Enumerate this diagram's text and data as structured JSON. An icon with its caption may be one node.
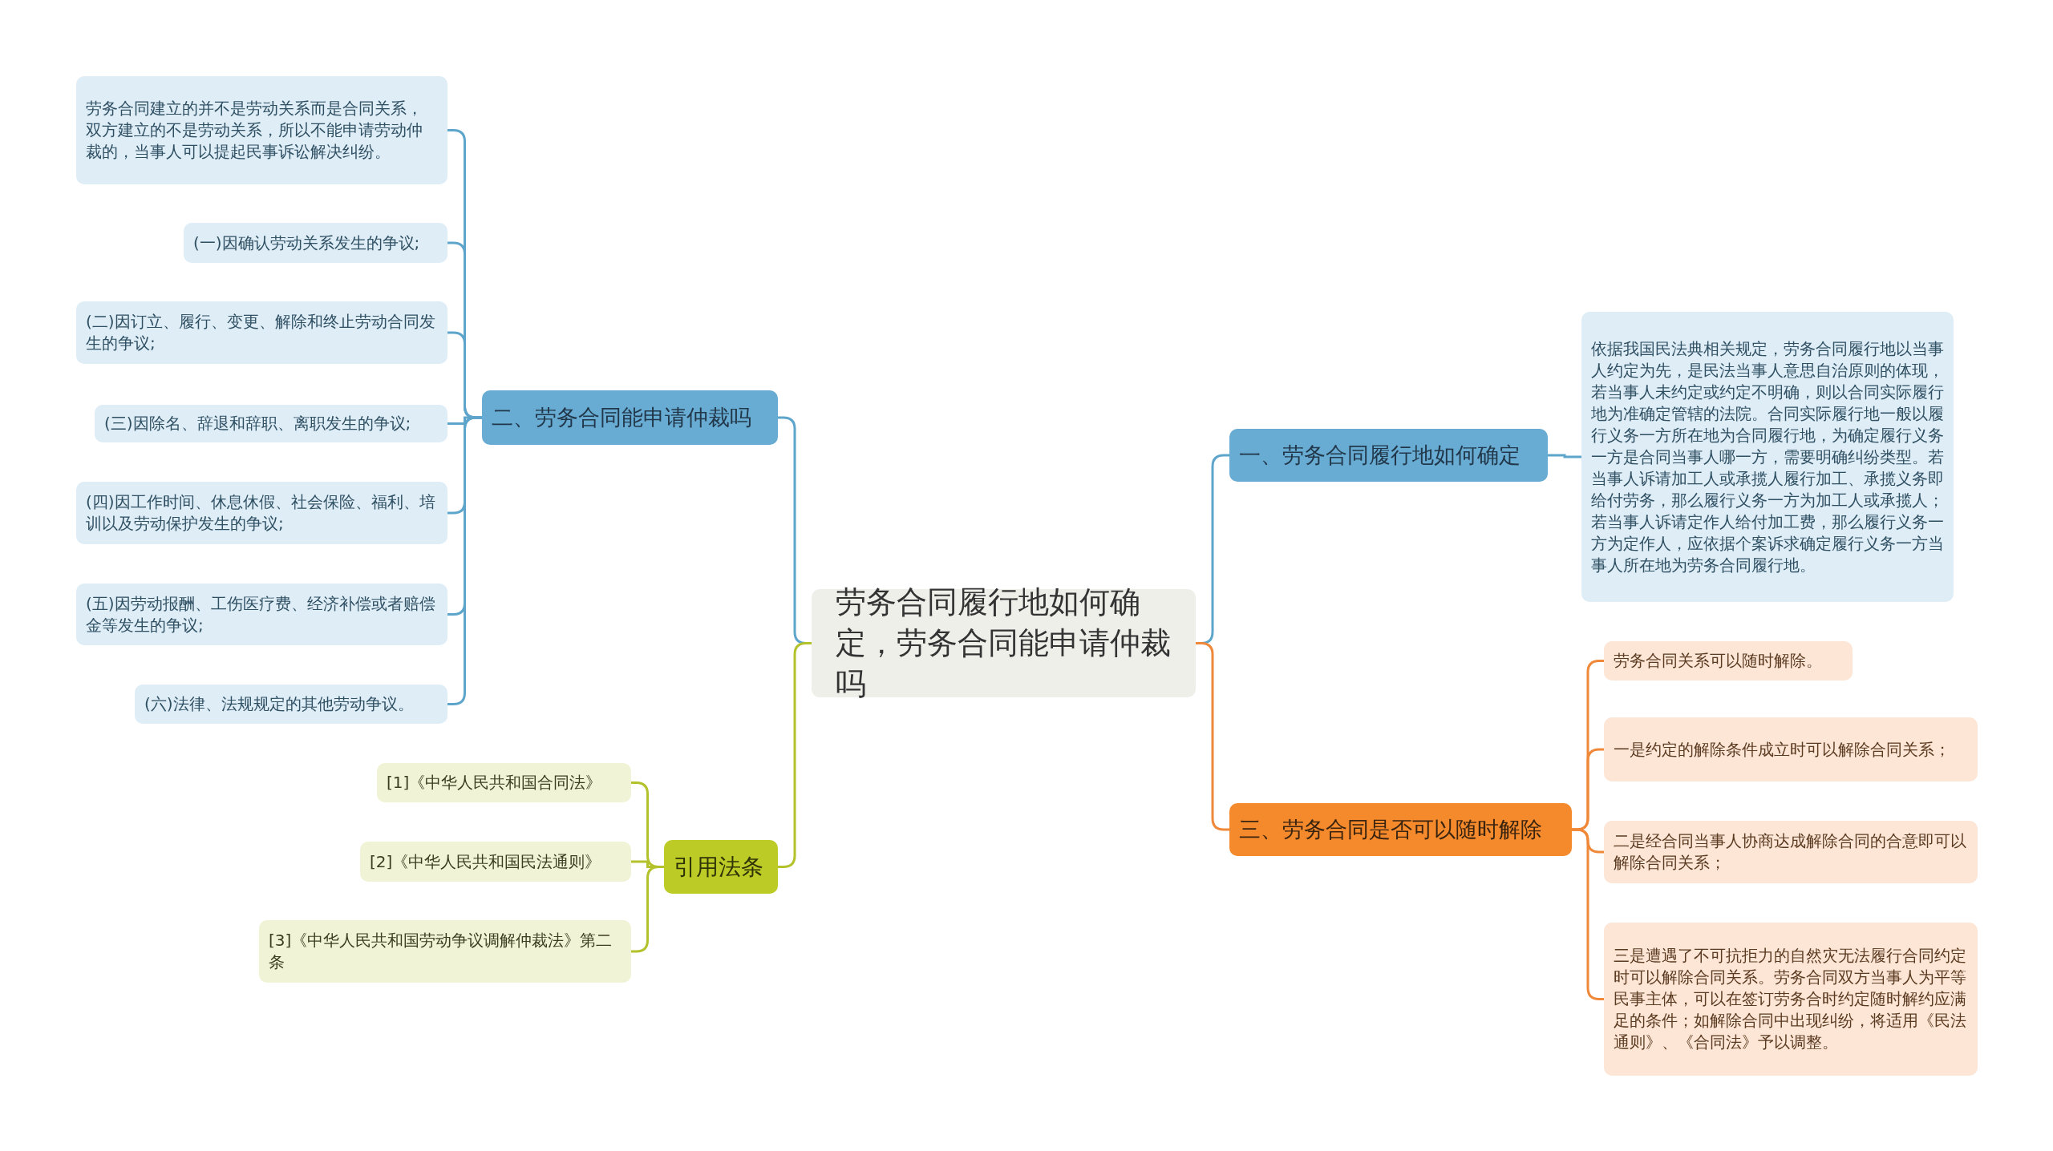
{
  "diagram": {
    "nodes": [
      {
        "text": [
          "劳务合同履行地如何确定，劳务合同能申请仲裁吗"
        ]
      },
      {
        "text": [
          "一、劳务合同履行地如何确定"
        ]
      },
      {
        "text": [
          "依据我国民法典相关规定，劳务合同履行地以当事人约定为先，是民法当事人意思自治原则的体现，若当事人未约定或约定不明确，则以合同实际履行地为准确定管辖的法院。合同实际履行地一般以履行义务一方所在地为合同履行地，为确定履行义务一方是合同当事人哪一方，需要明确纠纷类型。若当事人诉请加工人或承揽人履行加工、承揽义务即给付劳务，那么履行义务一方为加工人或承揽人；若当事人诉请定作人给付加工费，那么履行义务一方为定作人，应依据个案诉求确定履行义务一方当事人所在地为劳务合同履行地。"
        ]
      },
      {
        "text": [
          "三、劳务合同是否可以随时解除"
        ]
      },
      {
        "text": [
          "劳务合同关系可以随时解除。"
        ]
      },
      {
        "text": [
          "一是约定的解除条件成立时可以解除合同关系；"
        ]
      },
      {
        "text": [
          "二是经合同当事人协商达成解除合同的合意即可以解除合同关系；"
        ]
      },
      {
        "text": [
          "三是遭遇了不可抗拒力的自然灾无法履行合同约定时可以解除合同关系。劳务合同双方当事人为平等民事主体，可以在签订劳务合时约定随时解约应满足的条件；如解除合同中出现纠纷，将适用《民法通则》、《合同法》予以调整。"
        ]
      },
      {
        "text": [
          "二、劳务合同能申请仲裁吗"
        ]
      },
      {
        "text": [
          "劳务合同建立的并不是劳动关系而是合同关系，双方建立的不是劳动关系，所以不能申请劳动仲裁的，当事人可以提起民事诉讼解决纠纷。"
        ]
      },
      {
        "text": [
          "(一)因确认劳动关系发生的争议;"
        ]
      },
      {
        "text": [
          "(二)因订立、履行、变更、解除和终止劳动合同发生的争议;"
        ]
      },
      {
        "text": [
          "(三)因除名、辞退和辞职、离职发生的争议;"
        ]
      },
      {
        "text": [
          "(四)因工作时间、休息休假、社会保险、福利、培训以及劳动保护发生的争议;"
        ]
      },
      {
        "text": [
          "(五)因劳动报酬、工伤医疗费、经济补偿或者赔偿金等发生的争议;"
        ]
      },
      {
        "text": [
          "(六)法律、法规规定的其他劳动争议。"
        ]
      },
      {
        "text": [
          "引用法条"
        ]
      },
      {
        "text": [
          "[1]《中华人民共和国合同法》"
        ]
      },
      {
        "text": [
          "[2]《中华人民共和国民法通则》"
        ]
      },
      {
        "text": [
          "[3]《中华人民共和国劳动争议调解仲裁法》第二条"
        ]
      }
    ],
    "edges": [
      {
        "from": 0,
        "to": 1,
        "arrow": "none"
      },
      {
        "from": 1,
        "to": 2,
        "arrow": "none"
      },
      {
        "from": 0,
        "to": 3,
        "arrow": "none",
        "color": "#f0883a"
      },
      {
        "from": 3,
        "to": 4,
        "arrow": "none",
        "color": "#f0883a"
      },
      {
        "from": 3,
        "to": 5,
        "arrow": "none",
        "color": "#f0883a"
      },
      {
        "from": 3,
        "to": 6,
        "arrow": "none",
        "color": "#f0883a"
      },
      {
        "from": 3,
        "to": 7,
        "arrow": "none",
        "color": "#f0883a"
      },
      {
        "from": 0,
        "to": 8,
        "arrow": "none"
      },
      {
        "from": 8,
        "to": 9,
        "arrow": "none"
      },
      {
        "from": 8,
        "to": 10,
        "arrow": "none"
      },
      {
        "from": 8,
        "to": 11,
        "arrow": "none"
      },
      {
        "from": 8,
        "to": 12,
        "arrow": "none"
      },
      {
        "from": 8,
        "to": 13,
        "arrow": "none"
      },
      {
        "from": 8,
        "to": 14,
        "arrow": "none"
      },
      {
        "from": 8,
        "to": 15,
        "arrow": "none"
      },
      {
        "from": 0,
        "to": 16,
        "arrow": "none",
        "color": "#b3c22a"
      },
      {
        "from": 16,
        "to": 17,
        "arrow": "none",
        "color": "#b3c22a"
      },
      {
        "from": 16,
        "to": 18,
        "arrow": "none",
        "color": "#b3c22a"
      },
      {
        "from": 16,
        "to": 19,
        "arrow": "none",
        "color": "#b3c22a"
      }
    ]
  }
}
